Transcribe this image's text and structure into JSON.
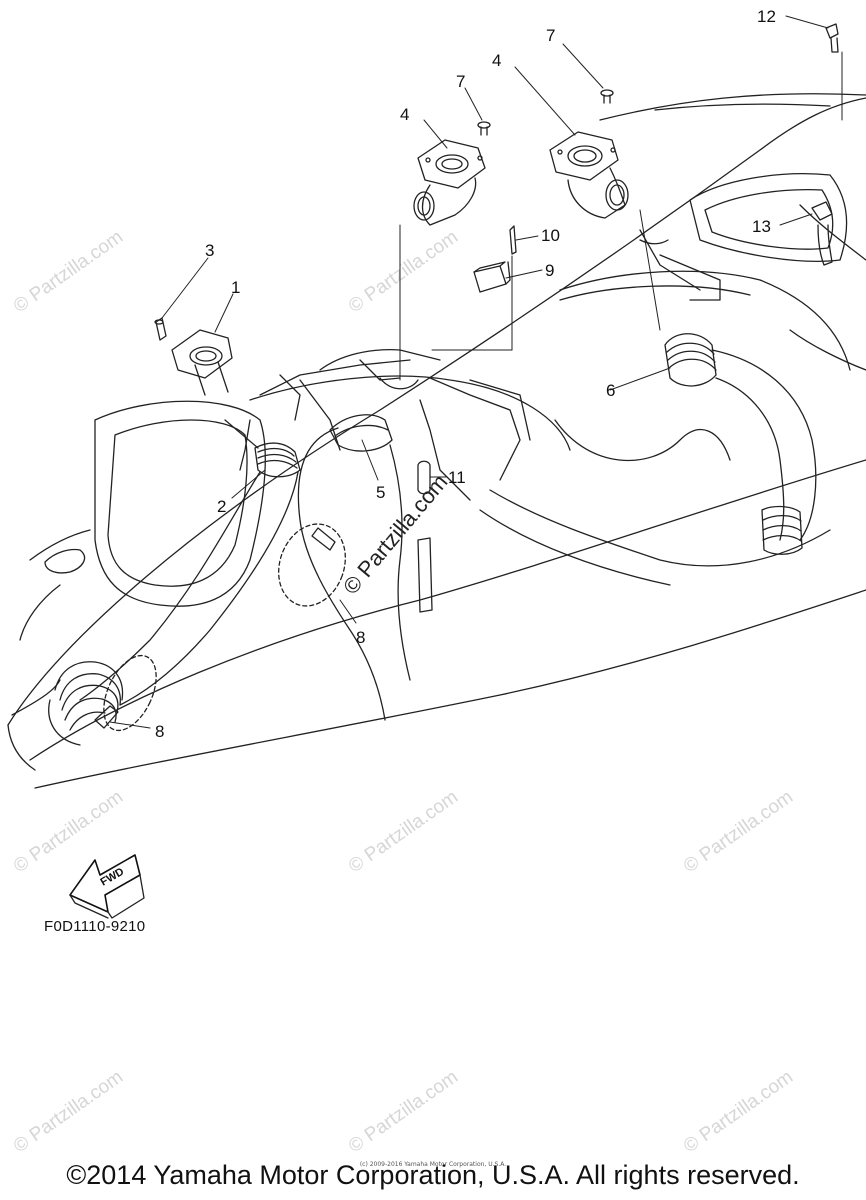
{
  "diagram": {
    "figure_id": "F0D1110-9210",
    "fwd_label": "FWD",
    "callouts": [
      "1",
      "2",
      "3",
      "4",
      "4",
      "5",
      "6",
      "7",
      "7",
      "8",
      "8",
      "9",
      "10",
      "11",
      "12",
      "13"
    ]
  },
  "watermark": "© Partzilla.com",
  "footer": {
    "copyright": "©2014 Yamaha Motor Corporation, U.S.A. All rights reserved.",
    "small_print": "(c) 2009-2016 Yamaha Motor Corporation, U.S.A."
  }
}
